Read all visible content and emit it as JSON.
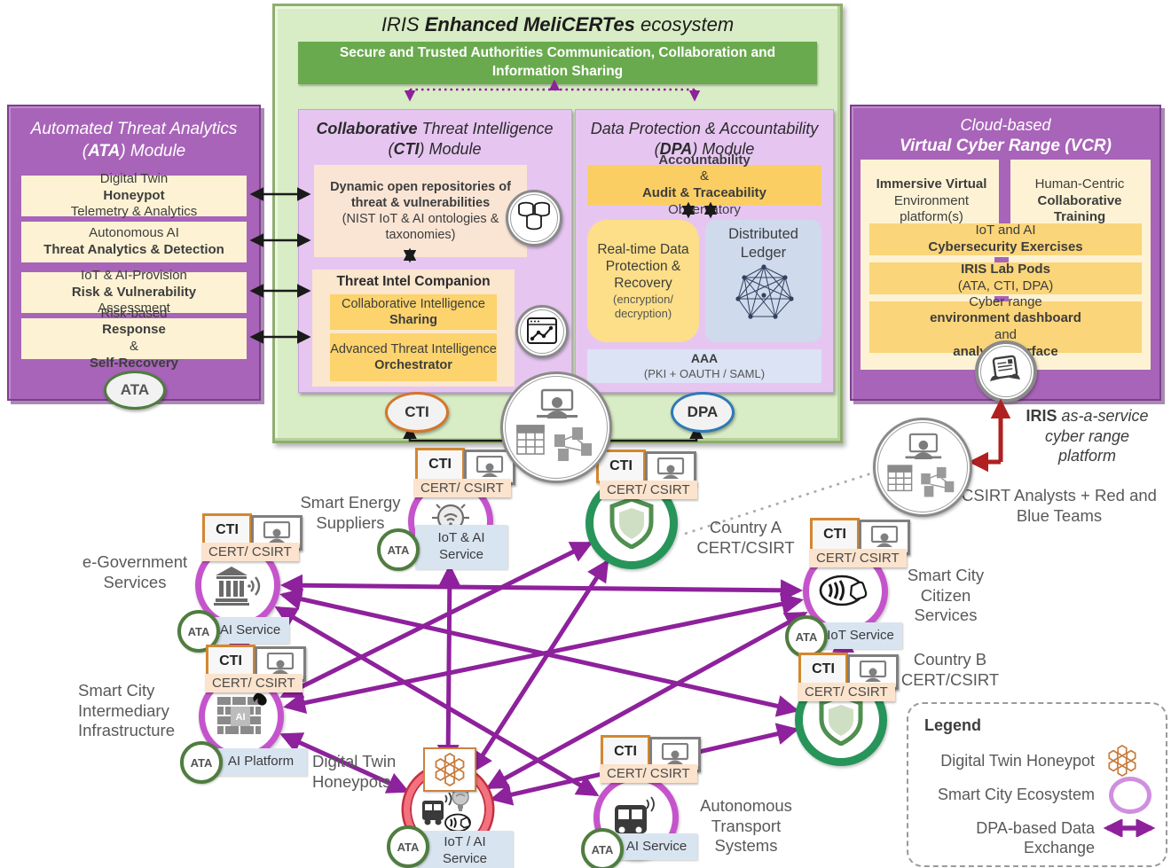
{
  "diagram": {
    "title": [
      {
        "t": "IRIS ",
        "i": true
      },
      {
        "t": "Enhanced MeliCERTes",
        "b": true,
        "i": true
      },
      {
        "t": " ecosystem",
        "i": true
      }
    ],
    "banner": "Secure and Trusted Authorities Communication, Collaboration and Information Sharing"
  },
  "ata": {
    "title1": "Automated Threat Analytics",
    "title2": [
      {
        "t": "(",
        "i": true
      },
      {
        "t": "ATA",
        "b": true,
        "i": true
      },
      {
        "t": ") Module",
        "i": true
      }
    ],
    "items": [
      [
        {
          "t": "Digital Twin "
        },
        {
          "t": "Honeypot",
          "b": true
        },
        {
          "t": " Telemetry & Analytics"
        }
      ],
      [
        {
          "t": "Autonomous AI "
        },
        {
          "t": "Threat Analytics & Detection",
          "b": true
        }
      ],
      [
        {
          "t": "IoT & AI-Provision "
        },
        {
          "t": "Risk & Vulnerability",
          "b": true
        },
        {
          "t": " Assessment"
        }
      ],
      [
        {
          "t": "Risk-based "
        },
        {
          "t": "Response",
          "b": true
        },
        {
          "t": " & "
        },
        {
          "t": "Self-Recovery",
          "b": true
        }
      ]
    ],
    "badge": "ATA"
  },
  "cti": {
    "title": [
      {
        "t": "Collaborative ",
        "b": true
      },
      {
        "t": "Threat Intelligence ("
      },
      {
        "t": "CTI",
        "b": true
      },
      {
        "t": ") Module"
      }
    ],
    "repo": [
      {
        "t": "Dynamic open repositories of threat & vulnerabilities",
        "b": true
      },
      {
        "t": " (NIST IoT & AI ontologies & taxonomies)"
      }
    ],
    "companion_title": "Threat Intel Companion",
    "sharing": [
      {
        "t": "Collaborative Intelligence "
      },
      {
        "t": "Sharing",
        "b": true
      }
    ],
    "orchestrator": [
      {
        "t": "Advanced Threat Intelligence "
      },
      {
        "t": "Orchestrator",
        "b": true
      }
    ],
    "badge": "CTI"
  },
  "dpa": {
    "title": [
      {
        "t": "Data Protection & Accountability ("
      },
      {
        "t": "DPA",
        "b": true
      },
      {
        "t": ") Module"
      }
    ],
    "accountability": [
      {
        "t": "Accountability",
        "b": true
      },
      {
        "t": " & "
      },
      {
        "t": "Audit & Traceability",
        "b": true
      },
      {
        "t": " Observatory"
      }
    ],
    "realtime_main": "Real-time Data Protection & Recovery",
    "realtime_sub": "(encryption/ decryption)",
    "ledger": "Distributed Ledger",
    "aaa_main": "AAA",
    "aaa_sub": "(PKI + OAUTH / SAML)",
    "badge": "DPA"
  },
  "vcr": {
    "title1": "Cloud-based",
    "title2": "Virtual Cyber Range (VCR)",
    "col1": [
      {
        "t": "Immersive Virtual",
        "b": true
      },
      {
        "t": " Environment platform(s)"
      }
    ],
    "col2": [
      {
        "t": "Human-Centric "
      },
      {
        "t": "Collaborative Training",
        "b": true
      }
    ],
    "row1": [
      {
        "t": "IoT and AI "
      },
      {
        "t": "Cybersecurity Exercises",
        "b": true
      }
    ],
    "row2": [
      {
        "t": "IRIS Lab Pods",
        "b": true
      },
      {
        "t": " (ATA, CTI, DPA)"
      }
    ],
    "row3": [
      {
        "t": "Cyber range "
      },
      {
        "t": "environment dashboard",
        "b": true
      },
      {
        "t": " and "
      },
      {
        "t": "analyst interface",
        "b": true
      }
    ]
  },
  "iris_service": {
    "line1": [
      {
        "t": "IRIS ",
        "b": true
      },
      {
        "t": "as-a-service",
        "i": true
      }
    ],
    "line2": "cyber range",
    "line3": "platform"
  },
  "csirt_label": "CSIRT Analysts + Red and Blue Teams",
  "badges": {
    "cti": "CTI",
    "cert": "CERT/ CSIRT",
    "ata": "ATA"
  },
  "firewall_chip": "AI",
  "nodes": [
    {
      "label": "Smart Energy Suppliers",
      "service": "IoT & AI Service"
    },
    {
      "label": "Country A CERT/CSIRT"
    },
    {
      "label": "e-Government Services",
      "service": "AI Service"
    },
    {
      "label": "Smart City Citizen Services",
      "service": "IoT Service"
    },
    {
      "label": "Smart City Intermediary Infrastructure",
      "service": "AI Platform"
    },
    {
      "label": "Country B CERT/CSIRT"
    },
    {
      "label": "Digital Twin Honeypots",
      "service": "IoT / AI Service"
    },
    {
      "label": "Autonomous Transport Systems",
      "service": "AI Service"
    }
  ],
  "legend": {
    "title": "Legend",
    "items": [
      "Digital Twin Honeypot",
      "Smart City Ecosystem",
      "DPA-based Data Exchange"
    ]
  }
}
